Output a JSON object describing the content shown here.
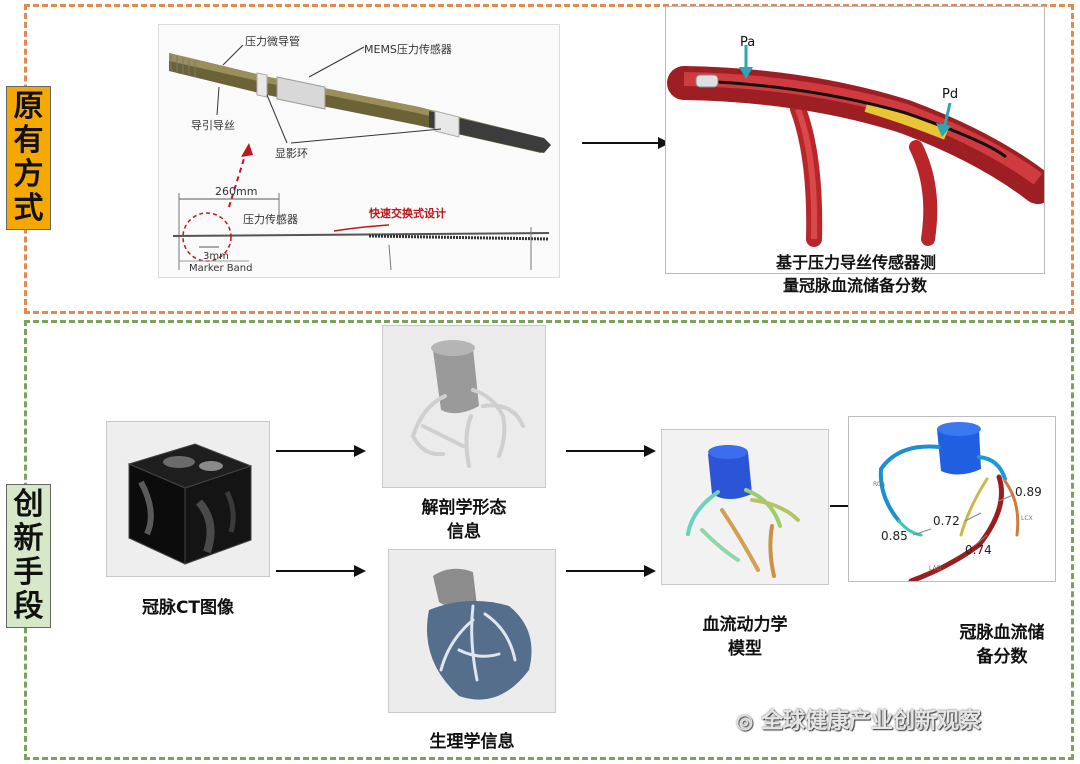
{
  "colors": {
    "top_border": "#e28a4f",
    "bottom_border": "#79a35c",
    "top_tag_bg": "#f5a800",
    "bottom_tag_bg": "#d7e8c9",
    "vessel_red": "#b9262a",
    "arrow_teal": "#2aa6b6",
    "dashed_red": "#c0151b"
  },
  "top_section": {
    "tag": [
      "原",
      "有",
      "方",
      "式"
    ],
    "diagram": {
      "label_micro_catheter": "压力微导管",
      "label_mems": "MEMS压力传感器",
      "label_guide_wire": "导引导丝",
      "label_ring": "显影环",
      "label_260": "260mm",
      "label_pressure_sensor": "压力传感器",
      "label_rapid": "快速交换式设计",
      "label_3mm": "3mm",
      "label_marker": "Marker Band"
    },
    "vessel": {
      "label_pa": "Pa",
      "label_pd": "Pd",
      "caption_line1": "基于压力导丝传感器测",
      "caption_line2": "量冠脉血流储备分数"
    }
  },
  "bottom_section": {
    "tag": [
      "创",
      "新",
      "手",
      "段"
    ],
    "ct_caption": "冠脉CT图像",
    "anatomy_caption_line1": "解剖学形态",
    "anatomy_caption_line2": "信息",
    "physiology_caption": "生理学信息",
    "model_caption_line1": "血流动力学",
    "model_caption_line2": "模型",
    "ffr_caption_line1": "冠脉血流储",
    "ffr_caption_line2": "备分数",
    "ffr_values": [
      "0.89",
      "0.72",
      "0.85",
      "0.74"
    ],
    "ffr_small_labels": [
      "RCA",
      "LCX",
      "LAD"
    ]
  },
  "watermark": "全球健康产业创新观察"
}
